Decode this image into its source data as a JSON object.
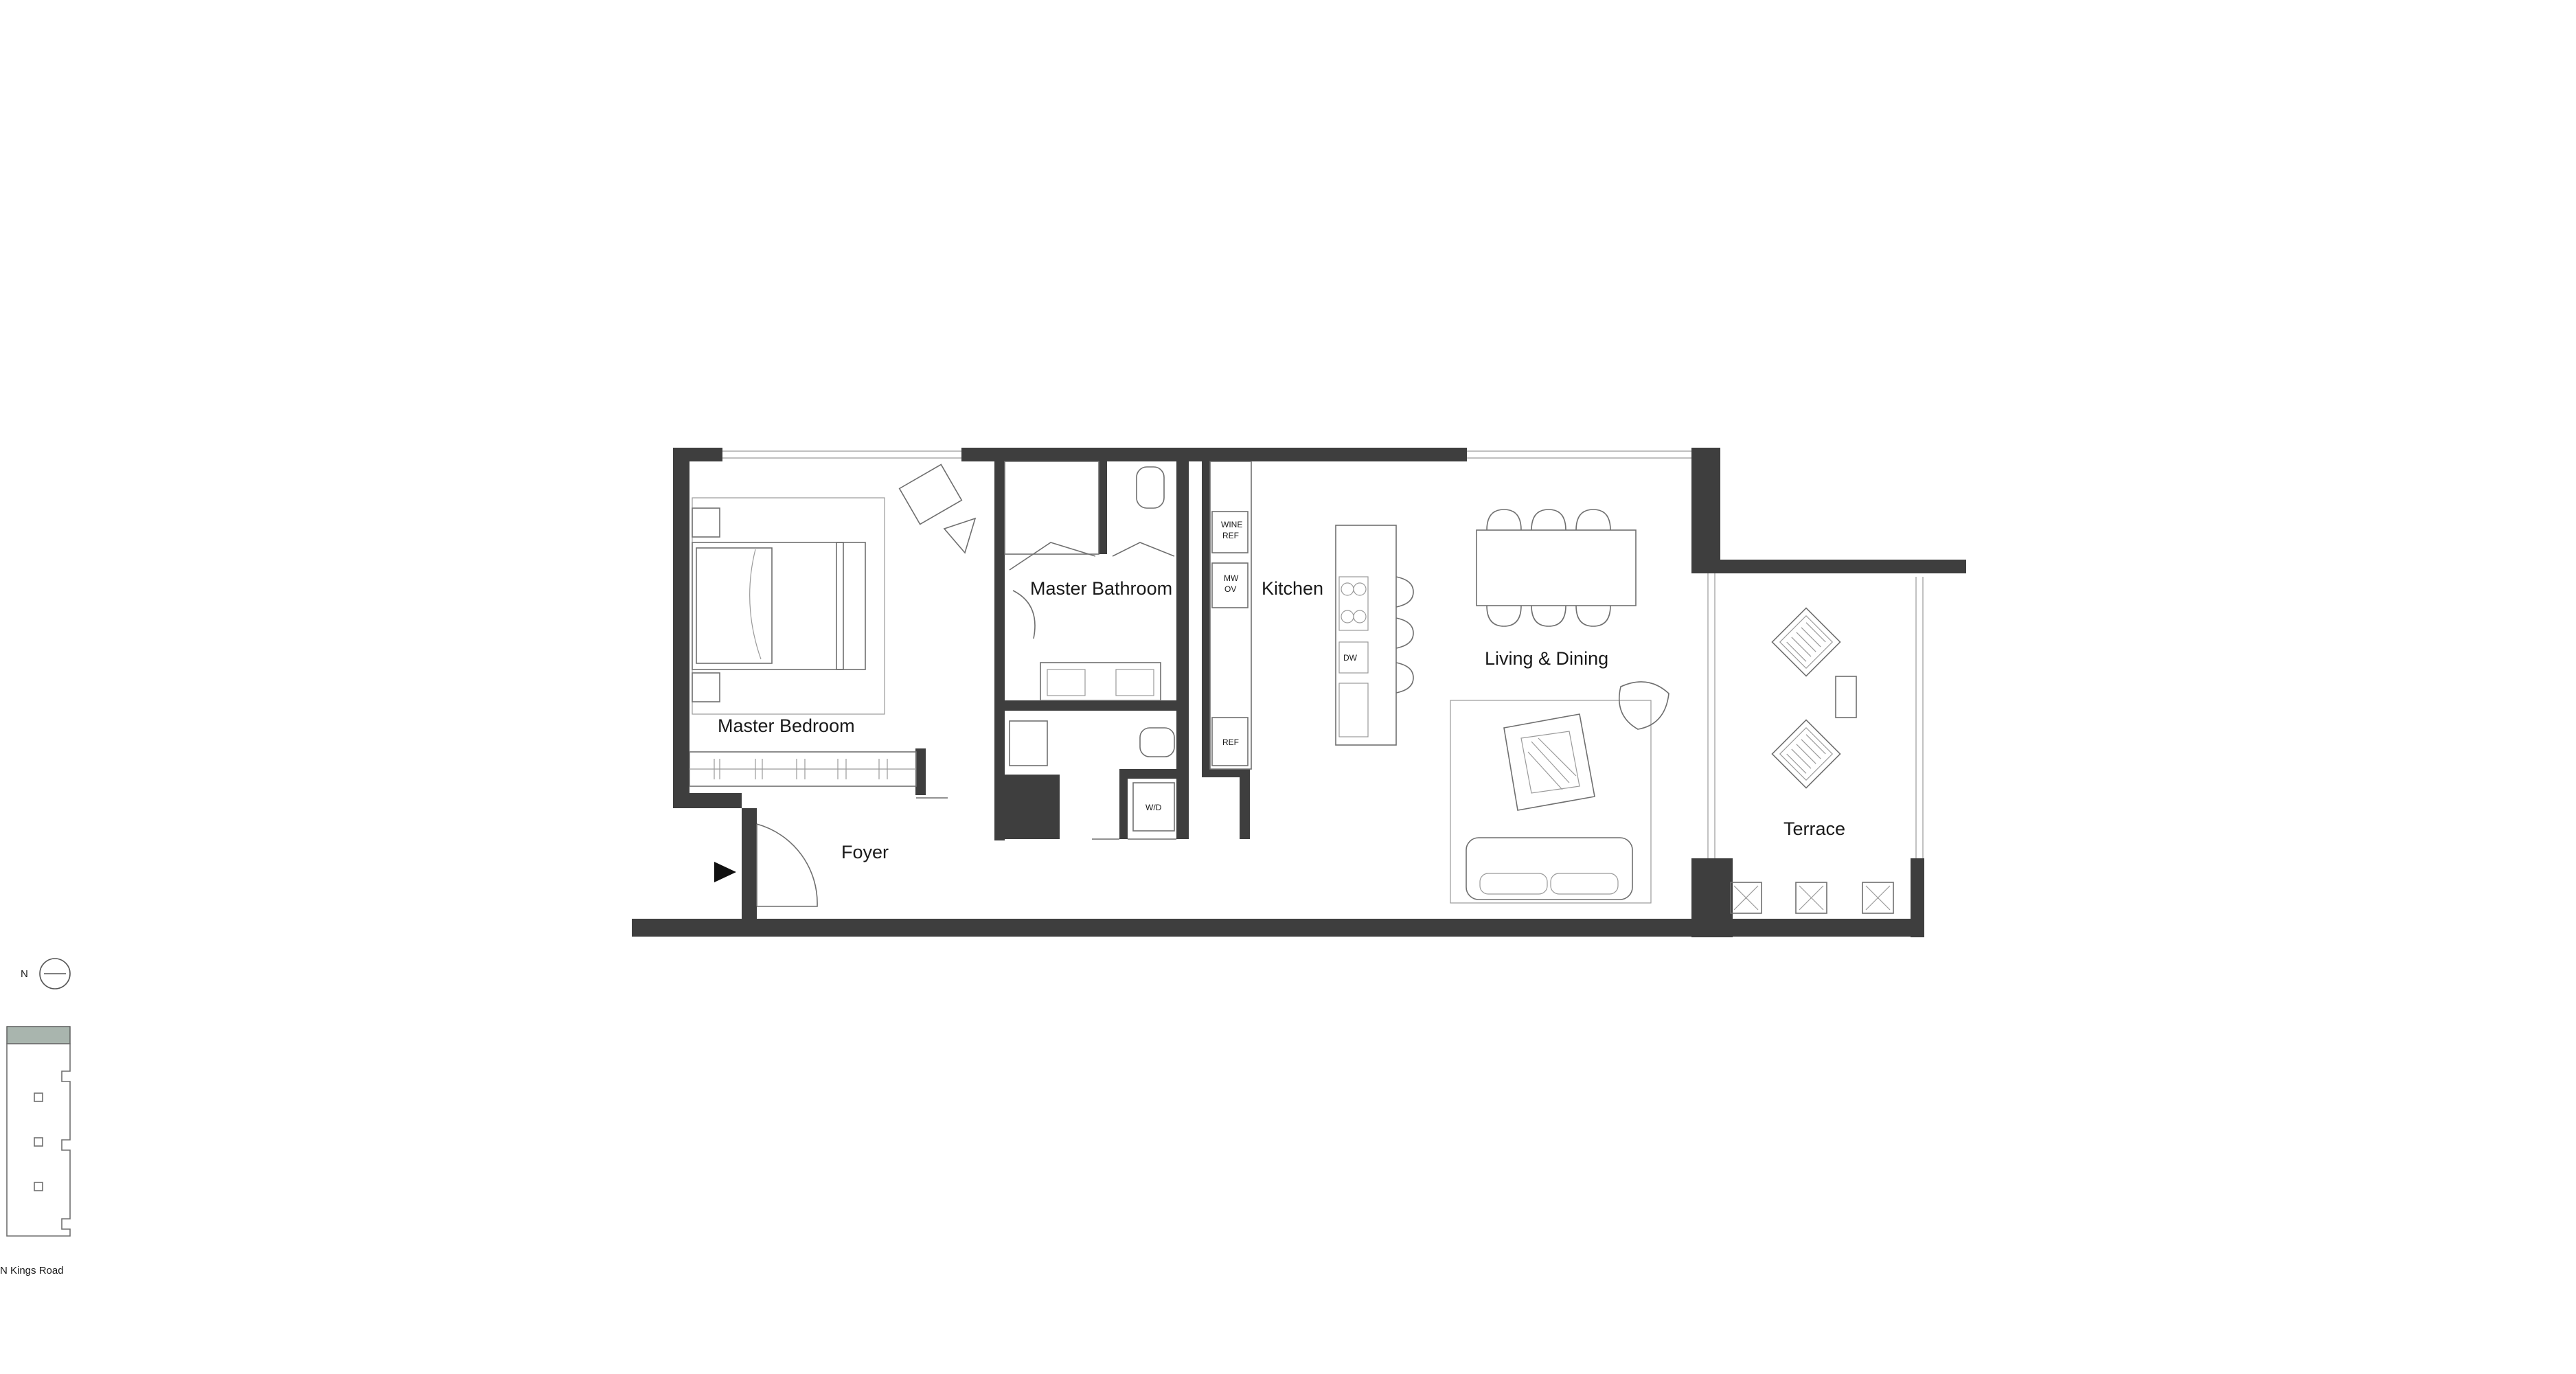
{
  "rooms": {
    "master_bedroom": "Master Bedroom",
    "master_bathroom": "Master Bathroom",
    "kitchen": "Kitchen",
    "living_dining": "Living & Dining",
    "terrace": "Terrace",
    "foyer": "Foyer"
  },
  "appliances": {
    "wine_ref_1": "WINE",
    "wine_ref_2": "REF",
    "mw_1": "MW",
    "mw_2": "OV",
    "dw": "DW",
    "ref": "REF",
    "wd": "W/D"
  },
  "key_plan": {
    "north": "N",
    "street": "N Kings Road",
    "highlight_color": "#a9b5ae"
  },
  "colors": {
    "wall": "#3e3e3e"
  },
  "icons": {
    "entry": "entry-arrow-icon",
    "compass": "compass-icon"
  }
}
